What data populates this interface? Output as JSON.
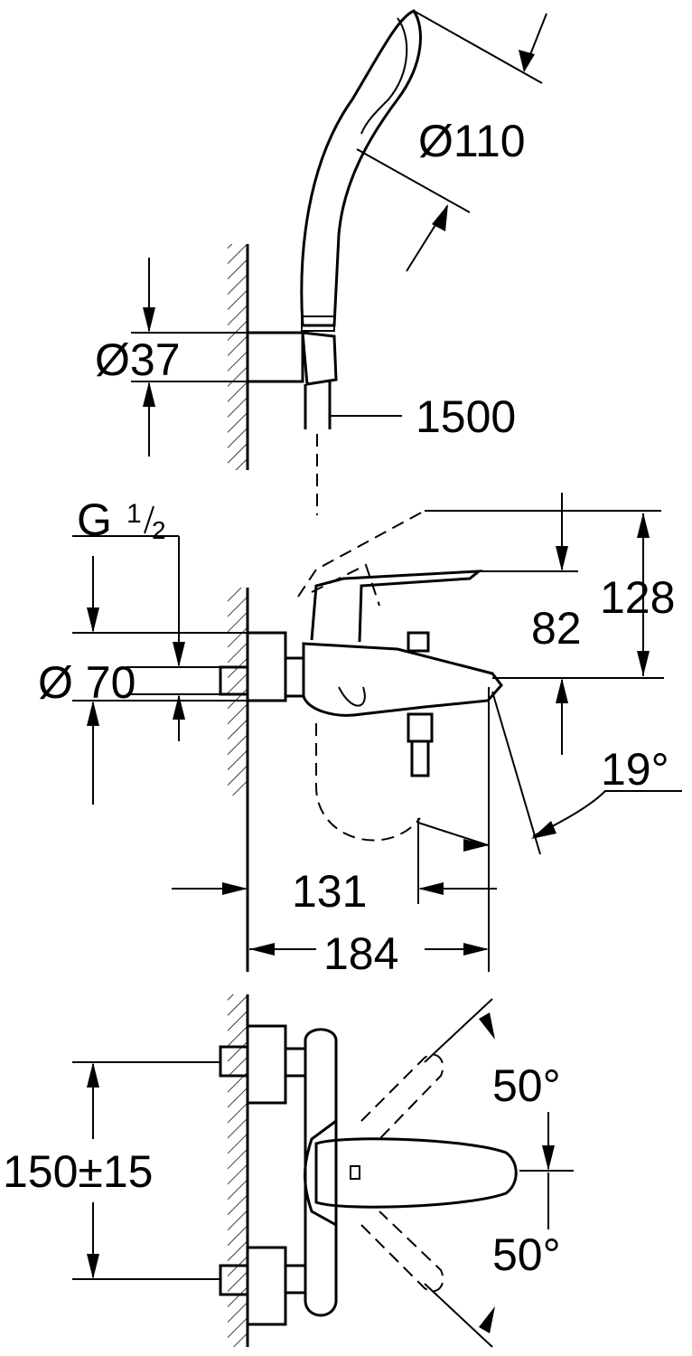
{
  "drawing": {
    "dimensions": {
      "hand_shower_diameter": "Ø110",
      "wall_holder_diameter": "Ø37",
      "hose_length": "1500",
      "thread_prefix": "G",
      "thread_fraction_num": "1",
      "thread_fraction_den": "2",
      "escutcheon_diameter": "Ø 70",
      "total_height": "128",
      "lever_height": "82",
      "spout_angle": "19°",
      "spout_offset": "131",
      "projection": "184",
      "lever_angle_top": "50°",
      "centres": "150±15",
      "lever_angle_bottom": "50°"
    }
  }
}
